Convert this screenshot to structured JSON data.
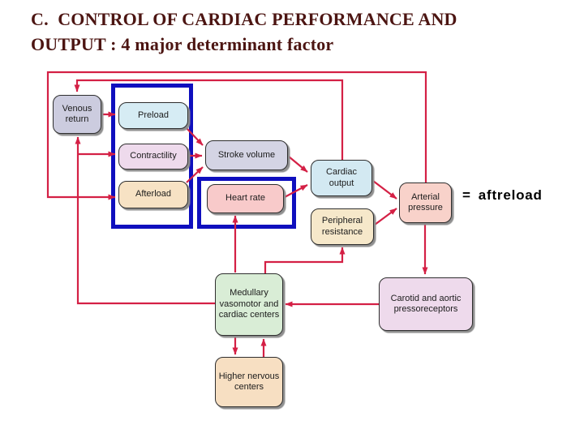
{
  "slide": {
    "title_line1": "C.  CONTROL OF CARDIAC PERFORMANCE AND",
    "title_line2": "OUTPUT : 4 major determinant factor",
    "title_color": "#4c1512"
  },
  "annotation": {
    "equals": "=",
    "label": "aftreload"
  },
  "diagram": {
    "accent_red": "#d42045",
    "frame_blue": "#0f0fbe",
    "nodes": {
      "venous_return": {
        "label": "Venous return",
        "fill": "#ccccdf"
      },
      "preload": {
        "label": "Preload",
        "fill": "#d6ecf4"
      },
      "contractility": {
        "label": "Contractility",
        "fill": "#eedaec"
      },
      "afterload": {
        "label": "Afterload",
        "fill": "#f7e2c4"
      },
      "stroke_volume": {
        "label": "Stroke volume",
        "fill": "#d4d4e4"
      },
      "heart_rate": {
        "label": "Heart rate",
        "fill": "#f8caca"
      },
      "cardiac_output": {
        "label": "Cardiac output",
        "fill": "#d3e9f2"
      },
      "peripheral_resistance": {
        "label": "Peripheral resistance",
        "fill": "#f6e8ca"
      },
      "arterial_pressure": {
        "label": "Arterial pressure",
        "fill": "#f8d2ca"
      },
      "medullary": {
        "label": "Medullary vasomotor and cardiac centers",
        "fill": "#d9edd6"
      },
      "carotid": {
        "label": "Carotid and aortic pressoreceptors",
        "fill": "#eedaec"
      },
      "higher_nervous": {
        "label": "Higher nervous centers",
        "fill": "#f7dfc2"
      }
    },
    "edges": [
      "venous_return -> preload",
      "contractility -> stroke_volume",
      "preload -> stroke_volume",
      "afterload -> stroke_volume",
      "stroke_volume -> cardiac_output",
      "heart_rate -> cardiac_output",
      "cardiac_output -> arterial_pressure",
      "peripheral_resistance -> arterial_pressure",
      "cardiac_output -> venous_return",
      "arterial_pressure -> afterload",
      "arterial_pressure -> carotid",
      "carotid -> medullary",
      "medullary -> venous_return",
      "medullary -> contractility",
      "medullary -> heart_rate",
      "medullary -> peripheral_resistance",
      "medullary -> higher_nervous",
      "higher_nervous -> medullary"
    ]
  }
}
